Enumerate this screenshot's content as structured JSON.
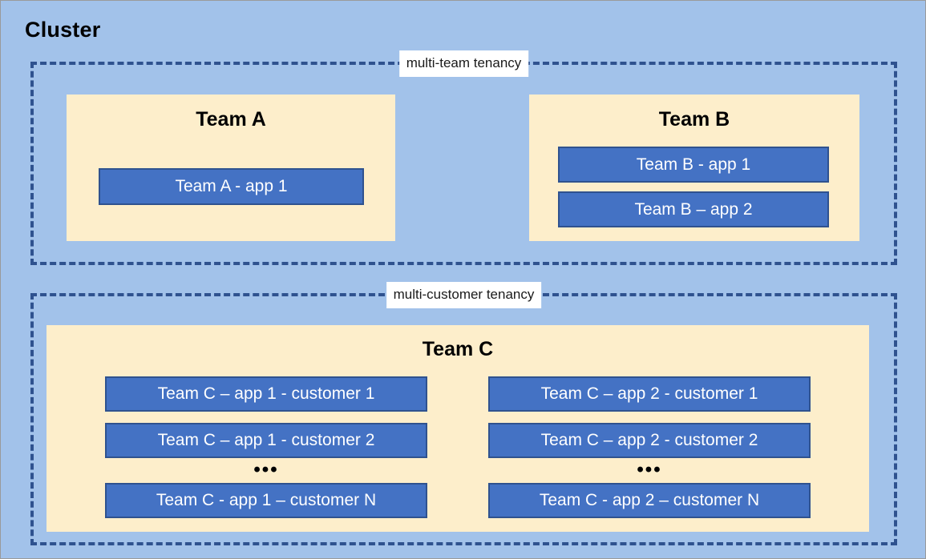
{
  "diagram": {
    "title": "Cluster",
    "groups": [
      {
        "id": "multi-team",
        "label": "multi-team tenancy",
        "teams": [
          {
            "name": "Team A",
            "apps": [
              "Team A - app 1"
            ]
          },
          {
            "name": "Team B",
            "apps": [
              "Team B - app 1",
              "Team B – app 2"
            ]
          }
        ]
      },
      {
        "id": "multi-customer",
        "label": "multi-customer tenancy",
        "teams": [
          {
            "name": "Team C",
            "columns": [
              {
                "items": [
                  "Team C – app 1 - customer 1",
                  "Team C – app 1 - customer 2"
                ],
                "ellipsis": "•••",
                "last": "Team C - app 1 – customer N"
              },
              {
                "items": [
                  "Team C – app 2 - customer 1",
                  "Team C – app 2 - customer 2"
                ],
                "ellipsis": "•••",
                "last": "Team C - app 2 – customer N"
              }
            ]
          }
        ]
      }
    ]
  },
  "colors": {
    "cluster_background": "#a2c2ea",
    "group_border": "#2f528f",
    "team_panel": "#fdeecb",
    "app_fill": "#4472c4",
    "app_border": "#2f528f",
    "app_text": "#ffffff",
    "label_background": "#ffffff",
    "title_text": "#000000"
  }
}
